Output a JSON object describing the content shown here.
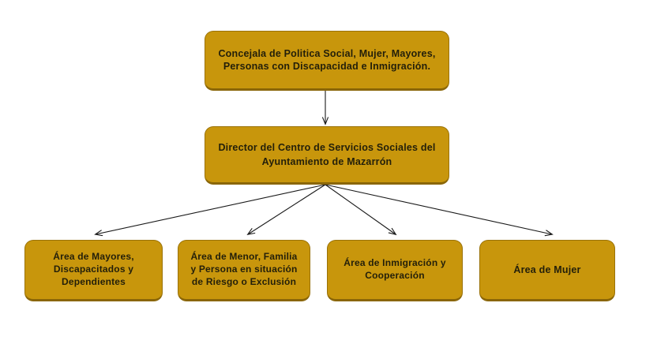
{
  "chart": {
    "type": "org-chart",
    "title": "",
    "background_color": "#ffffff",
    "node_fill_color": "#C8960C",
    "node_border_color": "#9a7209",
    "text_color": "#231f0a",
    "connector_color": "#1a1a1a"
  },
  "levels": {
    "level1": {
      "concejala": {
        "label": "Concejala de Politica Social, Mujer, Mayores,\nPersonas con Discapacidad e Inmigración."
      }
    },
    "level2": {
      "director": {
        "label": "Director del Centro de Servicios Sociales del\nAyuntamiento de Mazarrón"
      }
    },
    "level3": [
      {
        "id": "area-mayores",
        "label": "Área de Mayores,\nDiscapacitados y\nDependientes"
      },
      {
        "id": "area-menor",
        "label": "Área de Menor, Familia\ny Persona en situación\nde Riesgo o Exclusión"
      },
      {
        "id": "area-inmigracion",
        "label": "Área de Inmigración y\nCooperación"
      },
      {
        "id": "area-mujer",
        "label": "Área de Mujer"
      }
    ]
  },
  "connectors": [
    {
      "name": "concejala-to-director",
      "from": "concejala",
      "to": "director",
      "style": "vertical-arrow"
    },
    {
      "name": "director-to-area-mayores",
      "from": "director",
      "to": "area-mayores",
      "style": "diagonal-arrow"
    },
    {
      "name": "director-to-area-menor",
      "from": "director",
      "to": "area-menor",
      "style": "diagonal-arrow"
    },
    {
      "name": "director-to-area-inmigracion",
      "from": "director",
      "to": "area-inmigracion",
      "style": "diagonal-arrow"
    },
    {
      "name": "director-to-area-mujer",
      "from": "director",
      "to": "area-mujer",
      "style": "diagonal-arrow"
    }
  ]
}
